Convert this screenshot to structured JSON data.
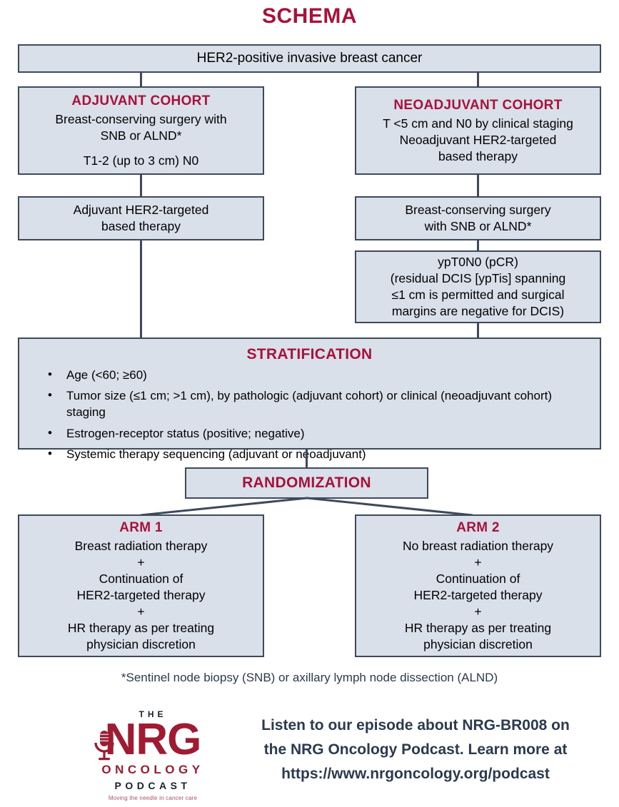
{
  "title": "SCHEMA",
  "accent_color": "#a8123a",
  "box_fill": "#dae0ea",
  "box_border": "#3e4a5c",
  "top_box": {
    "text": "HER2-positive invasive breast cancer"
  },
  "adjuvant_cohort": {
    "header": "ADJUVANT COHORT",
    "line1": "Breast-conserving surgery with",
    "line2": "SNB or ALND*",
    "line3": "T1-2 (up to 3 cm) N0"
  },
  "neoadjuvant_cohort": {
    "header": "NEOADJUVANT COHORT",
    "line1": "T <5 cm and N0 by clinical staging",
    "line2": "Neoadjuvant HER2-targeted",
    "line3": "based therapy"
  },
  "adjuvant_therapy": {
    "line1": "Adjuvant HER2-targeted",
    "line2": "based therapy"
  },
  "neoadjuvant_surgery": {
    "line1": "Breast-conserving surgery",
    "line2": "with SNB or ALND*"
  },
  "pcr_box": {
    "line1": "ypT0N0 (pCR)",
    "line2": "(residual DCIS [ypTis] spanning",
    "line3": "≤1 cm is permitted and surgical",
    "line4": "margins are negative for DCIS)"
  },
  "stratification": {
    "header": "STRATIFICATION",
    "bullet_glyph": "•",
    "items": [
      "Age (<60; ≥60)",
      "Tumor size (≤1 cm; >1 cm), by pathologic (adjuvant cohort) or clinical (neoadjuvant cohort) staging",
      "Estrogen-receptor status (positive; negative)",
      "Systemic therapy sequencing (adjuvant or neoadjuvant)"
    ]
  },
  "randomization": {
    "label": "RANDOMIZATION"
  },
  "arm1": {
    "header": "ARM 1",
    "line1": "Breast radiation therapy",
    "plus1": "+",
    "line2": "Continuation of",
    "line3": "HER2-targeted therapy",
    "plus2": "+",
    "line4": "HR therapy as per treating",
    "line5": "physician discretion"
  },
  "arm2": {
    "header": "ARM 2",
    "line1": "No breast radiation therapy",
    "plus1": "+",
    "line2": "Continuation of",
    "line3": "HER2-targeted therapy",
    "plus2": "+",
    "line4": "HR therapy as per treating",
    "line5": "physician discretion"
  },
  "footnote": "*Sentinel node biopsy (SNB) or axillary lymph node dissection (ALND)",
  "logo": {
    "the": "THE",
    "nrg": "NRG",
    "oncology": "ONCOLOGY",
    "podcast": "PODCAST",
    "tagline": "Moving the needle in cancer care",
    "brand_color": "#9e1b32"
  },
  "promo": {
    "line1": "Listen to our episode about NRG-BR008 on",
    "line2": "the NRG Oncology Podcast. Learn more at",
    "line3": "https://www.nrgoncology.org/podcast"
  }
}
